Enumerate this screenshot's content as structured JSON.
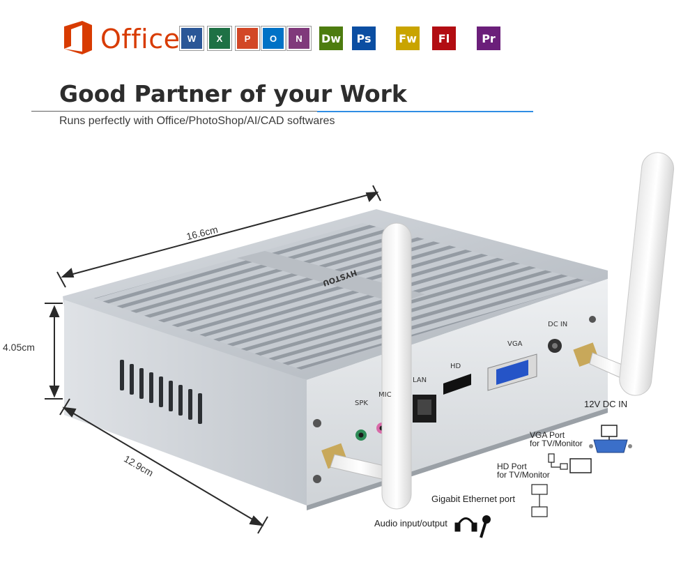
{
  "header": {
    "office_logo_text": "Office",
    "apps": [
      {
        "label": "W",
        "color": "#2b5797",
        "kind": "word"
      },
      {
        "label": "X",
        "color": "#1e7145",
        "kind": "excel"
      },
      {
        "label": "P",
        "color": "#d24726",
        "kind": "powerpoint"
      },
      {
        "label": "O",
        "color": "#0072c6",
        "kind": "outlook"
      },
      {
        "label": "N",
        "color": "#80397b",
        "kind": "onenote"
      },
      {
        "label": "Dw",
        "color": "#4d7c0f",
        "kind": "dreamweaver"
      },
      {
        "label": "Ps",
        "color": "#0b4ea2",
        "kind": "photoshop"
      },
      {
        "label": "Fw",
        "color": "#c9a400",
        "kind": "fireworks"
      },
      {
        "label": "Fl",
        "color": "#b20d12",
        "kind": "flash"
      },
      {
        "label": "Pr",
        "color": "#6b1f7a",
        "kind": "premiere"
      }
    ]
  },
  "headline": "Good Partner of your Work",
  "subhead": "Runs perfectly with Office/PhotoShop/AI/CAD softwares",
  "dimensions": {
    "length": "16.6cm",
    "height": "4.05cm",
    "depth": "12.9cm"
  },
  "device": {
    "brand": "HYSTOU",
    "ports": {
      "spk": "SPK",
      "mic": "MIC",
      "lan": "LAN",
      "hd": "HD",
      "vga": "VGA",
      "dcin": "DC IN"
    }
  },
  "callouts": {
    "dc_in": "12V DC IN",
    "vga_line1": "VGA Port",
    "vga_line2": "for TV/Monitor",
    "hd_line1": "HD Port",
    "hd_line2": "for TV/Monitor",
    "ethernet": "Gigabit Ethernet port",
    "audio": "Audio input/output"
  },
  "icons": [
    "office-logo-icon",
    "vga-connector-icon",
    "monitor-icon",
    "hdmi-plug-icon",
    "tv-icon",
    "ethernet-icon",
    "headphone-icon",
    "microphone-icon"
  ]
}
